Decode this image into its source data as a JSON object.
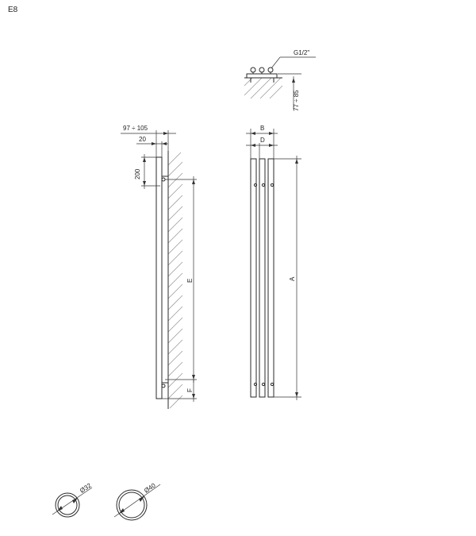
{
  "model_code": "E8",
  "labels": {
    "thread": "G1/2\"",
    "connection_height": "77 ÷ 85",
    "wall_distance": "97 ÷ 105",
    "pipe_offset": "20",
    "top_offset": "200",
    "dim_b": "B",
    "dim_d": "D",
    "dim_e": "E",
    "dim_a": "A",
    "dim_f": "F",
    "pipe_small": "Ø32",
    "pipe_large": "Ø40"
  },
  "colors": {
    "line": "#2a2a2a",
    "hatch": "#9a9a9a",
    "background": "#ffffff"
  }
}
